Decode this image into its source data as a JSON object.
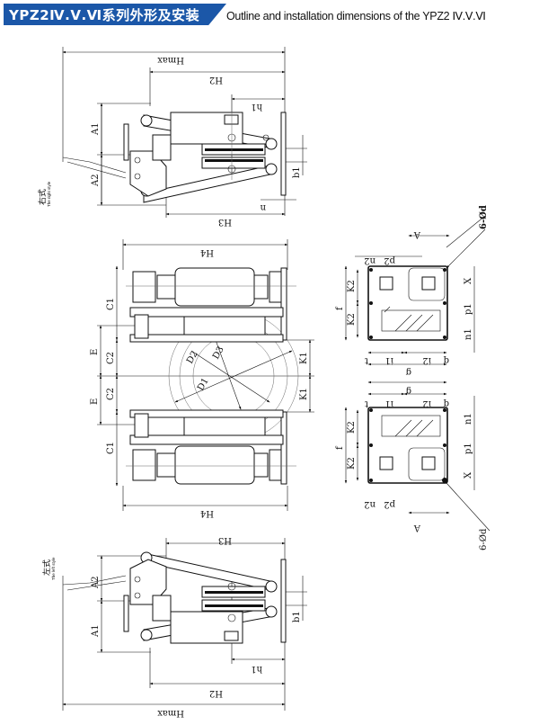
{
  "header": {
    "title_cn": "YPZ2Ⅳ.Ⅴ.Ⅵ系列外形及安装",
    "title_en": "Outline and installation dimensions of the YPZ2 Ⅳ.Ⅴ.Ⅵ"
  },
  "views": {
    "right_style_cn": "右式",
    "right_style_en": "The right style",
    "left_style_cn": "左式",
    "left_style_en": "The left style"
  },
  "labels": {
    "hmax": "Hmax",
    "h2": "H2",
    "h1": "h1",
    "h3": "H3",
    "h4": "H4",
    "a1": "A1",
    "a2": "A2",
    "b1": "b1",
    "n": "n",
    "c1": "C1",
    "c2": "C2",
    "e": "E",
    "k1": "K1",
    "d1": "D1",
    "d2": "D2",
    "d3": "D3",
    "k2": "K2",
    "f": "f",
    "x": "X",
    "p1": "p1",
    "n1": "n1",
    "p2": "p2",
    "n2": "n2",
    "a": "A",
    "i1": "i1",
    "i2": "i2",
    "g": "g",
    "q": "q",
    "t": "t",
    "holes": "6-Ød"
  },
  "colors": {
    "banner": "#1b57a8"
  }
}
